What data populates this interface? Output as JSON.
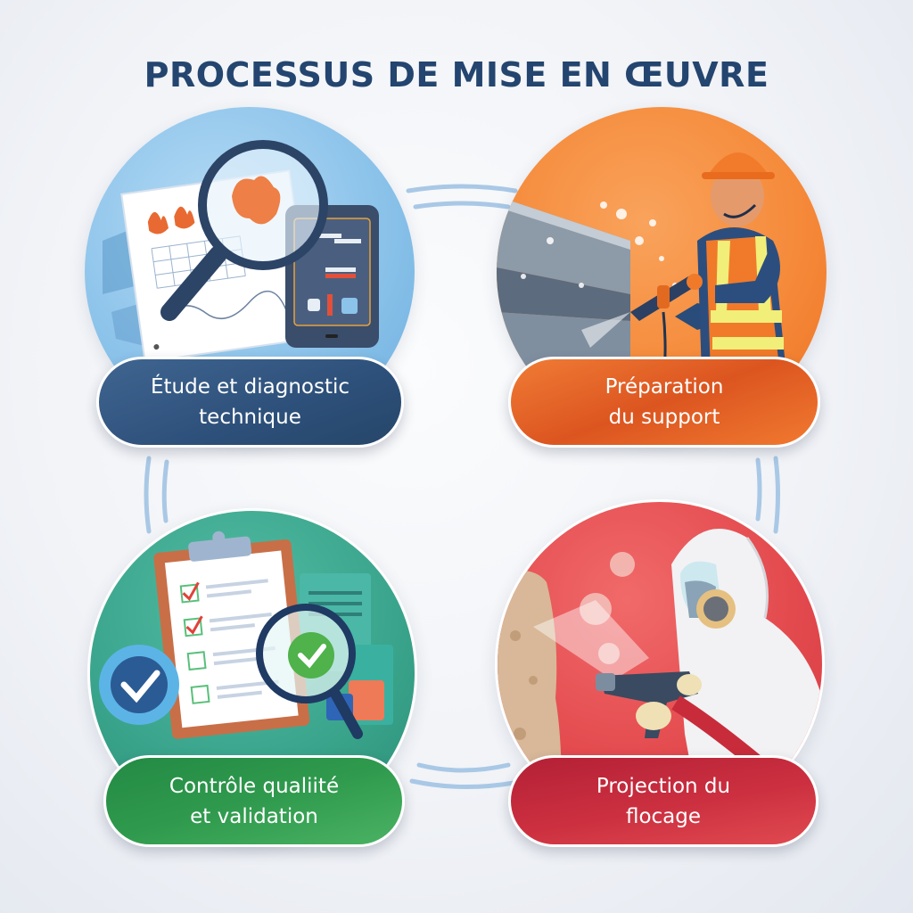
{
  "title": "PROCESSUS DE MISE EN ŒUVRE",
  "colors": {
    "title": "#23456f",
    "connector": "#a9c8e6",
    "step1": "#335a86",
    "step2": "#e4622a",
    "step3": "#2e9a4f",
    "step4": "#cc3040"
  },
  "steps": [
    {
      "position": "top-left",
      "line1": "Étude et diagnostic",
      "line2": "technique",
      "illustration": "magnifier-document-tablet",
      "circle_color": "#8cc3ea"
    },
    {
      "position": "top-right",
      "line1": "Préparation",
      "line2": "du support",
      "illustration": "worker-cleaning-beam",
      "circle_color": "#f58a3a"
    },
    {
      "position": "bottom-left",
      "line1": "Contrôle qualiité",
      "line2": "et validation",
      "illustration": "clipboard-checklist-magnifier",
      "circle_color": "#3aa58c"
    },
    {
      "position": "bottom-right",
      "line1": "Projection du",
      "line2": "flocage",
      "illustration": "worker-spraying-flocking",
      "circle_color": "#e34a4e"
    }
  ]
}
